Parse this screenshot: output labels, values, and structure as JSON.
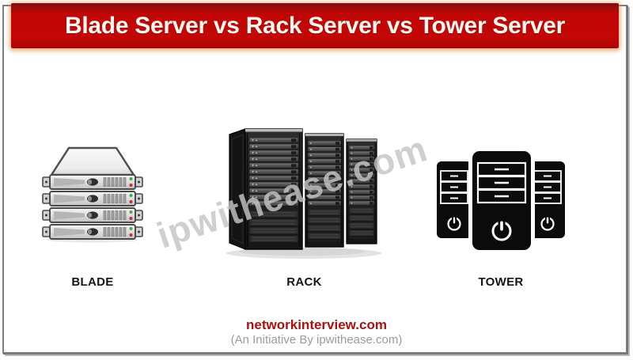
{
  "banner": {
    "title": "Blade Server vs Rack Server vs Tower Server"
  },
  "watermark": {
    "text": "ipwithease.com"
  },
  "items": [
    {
      "key": "blade",
      "label": "BLADE",
      "icon": "blade-server-icon"
    },
    {
      "key": "rack",
      "label": "RACK",
      "icon": "rack-server-icon"
    },
    {
      "key": "tower",
      "label": "TOWER",
      "icon": "tower-server-icon"
    }
  ],
  "footer": {
    "site": "networkinterview.com",
    "tagline": "(An Initiative By ipwithease.com)"
  },
  "colors": {
    "banner_red": "#c00606",
    "banner_dark_red": "#7f0f12",
    "banner_glow_orange": "#d88c3c",
    "title_text": "#fbf8f2",
    "footer_red": "#a81212",
    "footer_gray": "#9b9b9b",
    "label_black": "#161616",
    "watermark_gray": "#c5c5c5",
    "led_green": "#4aa84a",
    "led_red": "#c23030",
    "rack_led_cyan": "#8fd8ea"
  }
}
